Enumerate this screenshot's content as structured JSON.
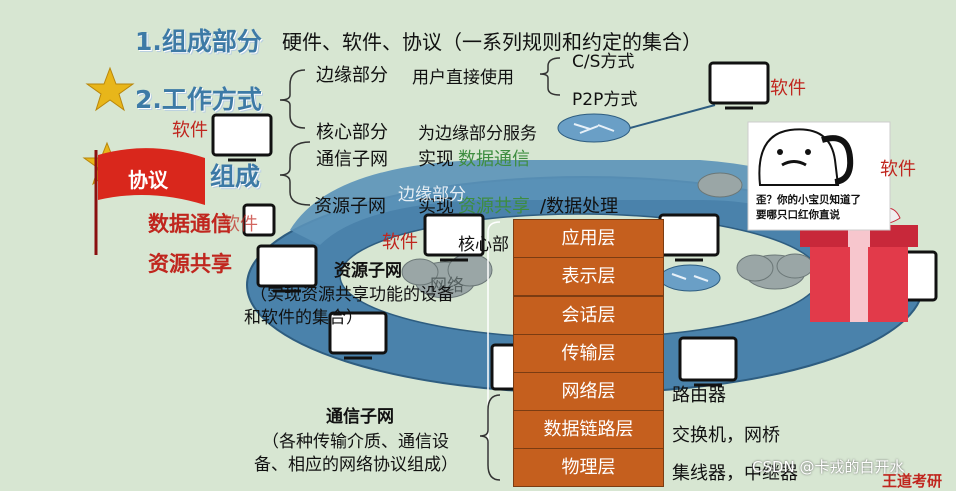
{
  "headings": {
    "composition": "1.组成部分",
    "work_mode": "2.工作方式",
    "function_partial": "组成"
  },
  "composition_text": "硬件、软件、协议（一系列规则和约定的集合）",
  "work_mode": {
    "edge_label": "边缘部分",
    "edge_desc": "用户直接使用",
    "cs": "C/S方式",
    "p2p": "P2P方式",
    "core_label": "核心部分",
    "core_desc": "为边缘部分服务"
  },
  "subnets": {
    "comm_label": "通信子网",
    "comm_verb": "实现",
    "comm_hl": "数据通信",
    "res_label": "资源子网",
    "res_verb": "实现",
    "res_hl": "资源共享",
    "res_tail": "/数据处理"
  },
  "flag": {
    "label": "协议",
    "line1": "数据通信",
    "line2": "资源共享"
  },
  "software_labels": [
    "软件",
    "软件",
    "软件",
    "软件",
    "软件"
  ],
  "ring_labels": {
    "edge": "边缘部分",
    "core_partial": "核心部",
    "network_partial": "网络"
  },
  "resource_subnet": {
    "title": "资源子网",
    "line1": "（实现资源共享功能的设备",
    "line2": "和软件的集合）"
  },
  "comm_subnet": {
    "title": "通信子网",
    "line1": "（各种传输介质、通信设",
    "line2": "备、相应的网络协议组成）"
  },
  "layers": [
    "应用层",
    "表示层",
    "会话层",
    "传输层",
    "网络层",
    "数据链路层",
    "物理层"
  ],
  "devices": {
    "network": "路由器",
    "datalink": "交换机，网桥",
    "physical": "集线器，中继器"
  },
  "sticker": {
    "line1": "歪？你的小宝贝知道了",
    "line2": "要哪只口红你直说"
  },
  "watermark": "CSDN @卡戎的白开水",
  "corner_text": "王道考研"
}
